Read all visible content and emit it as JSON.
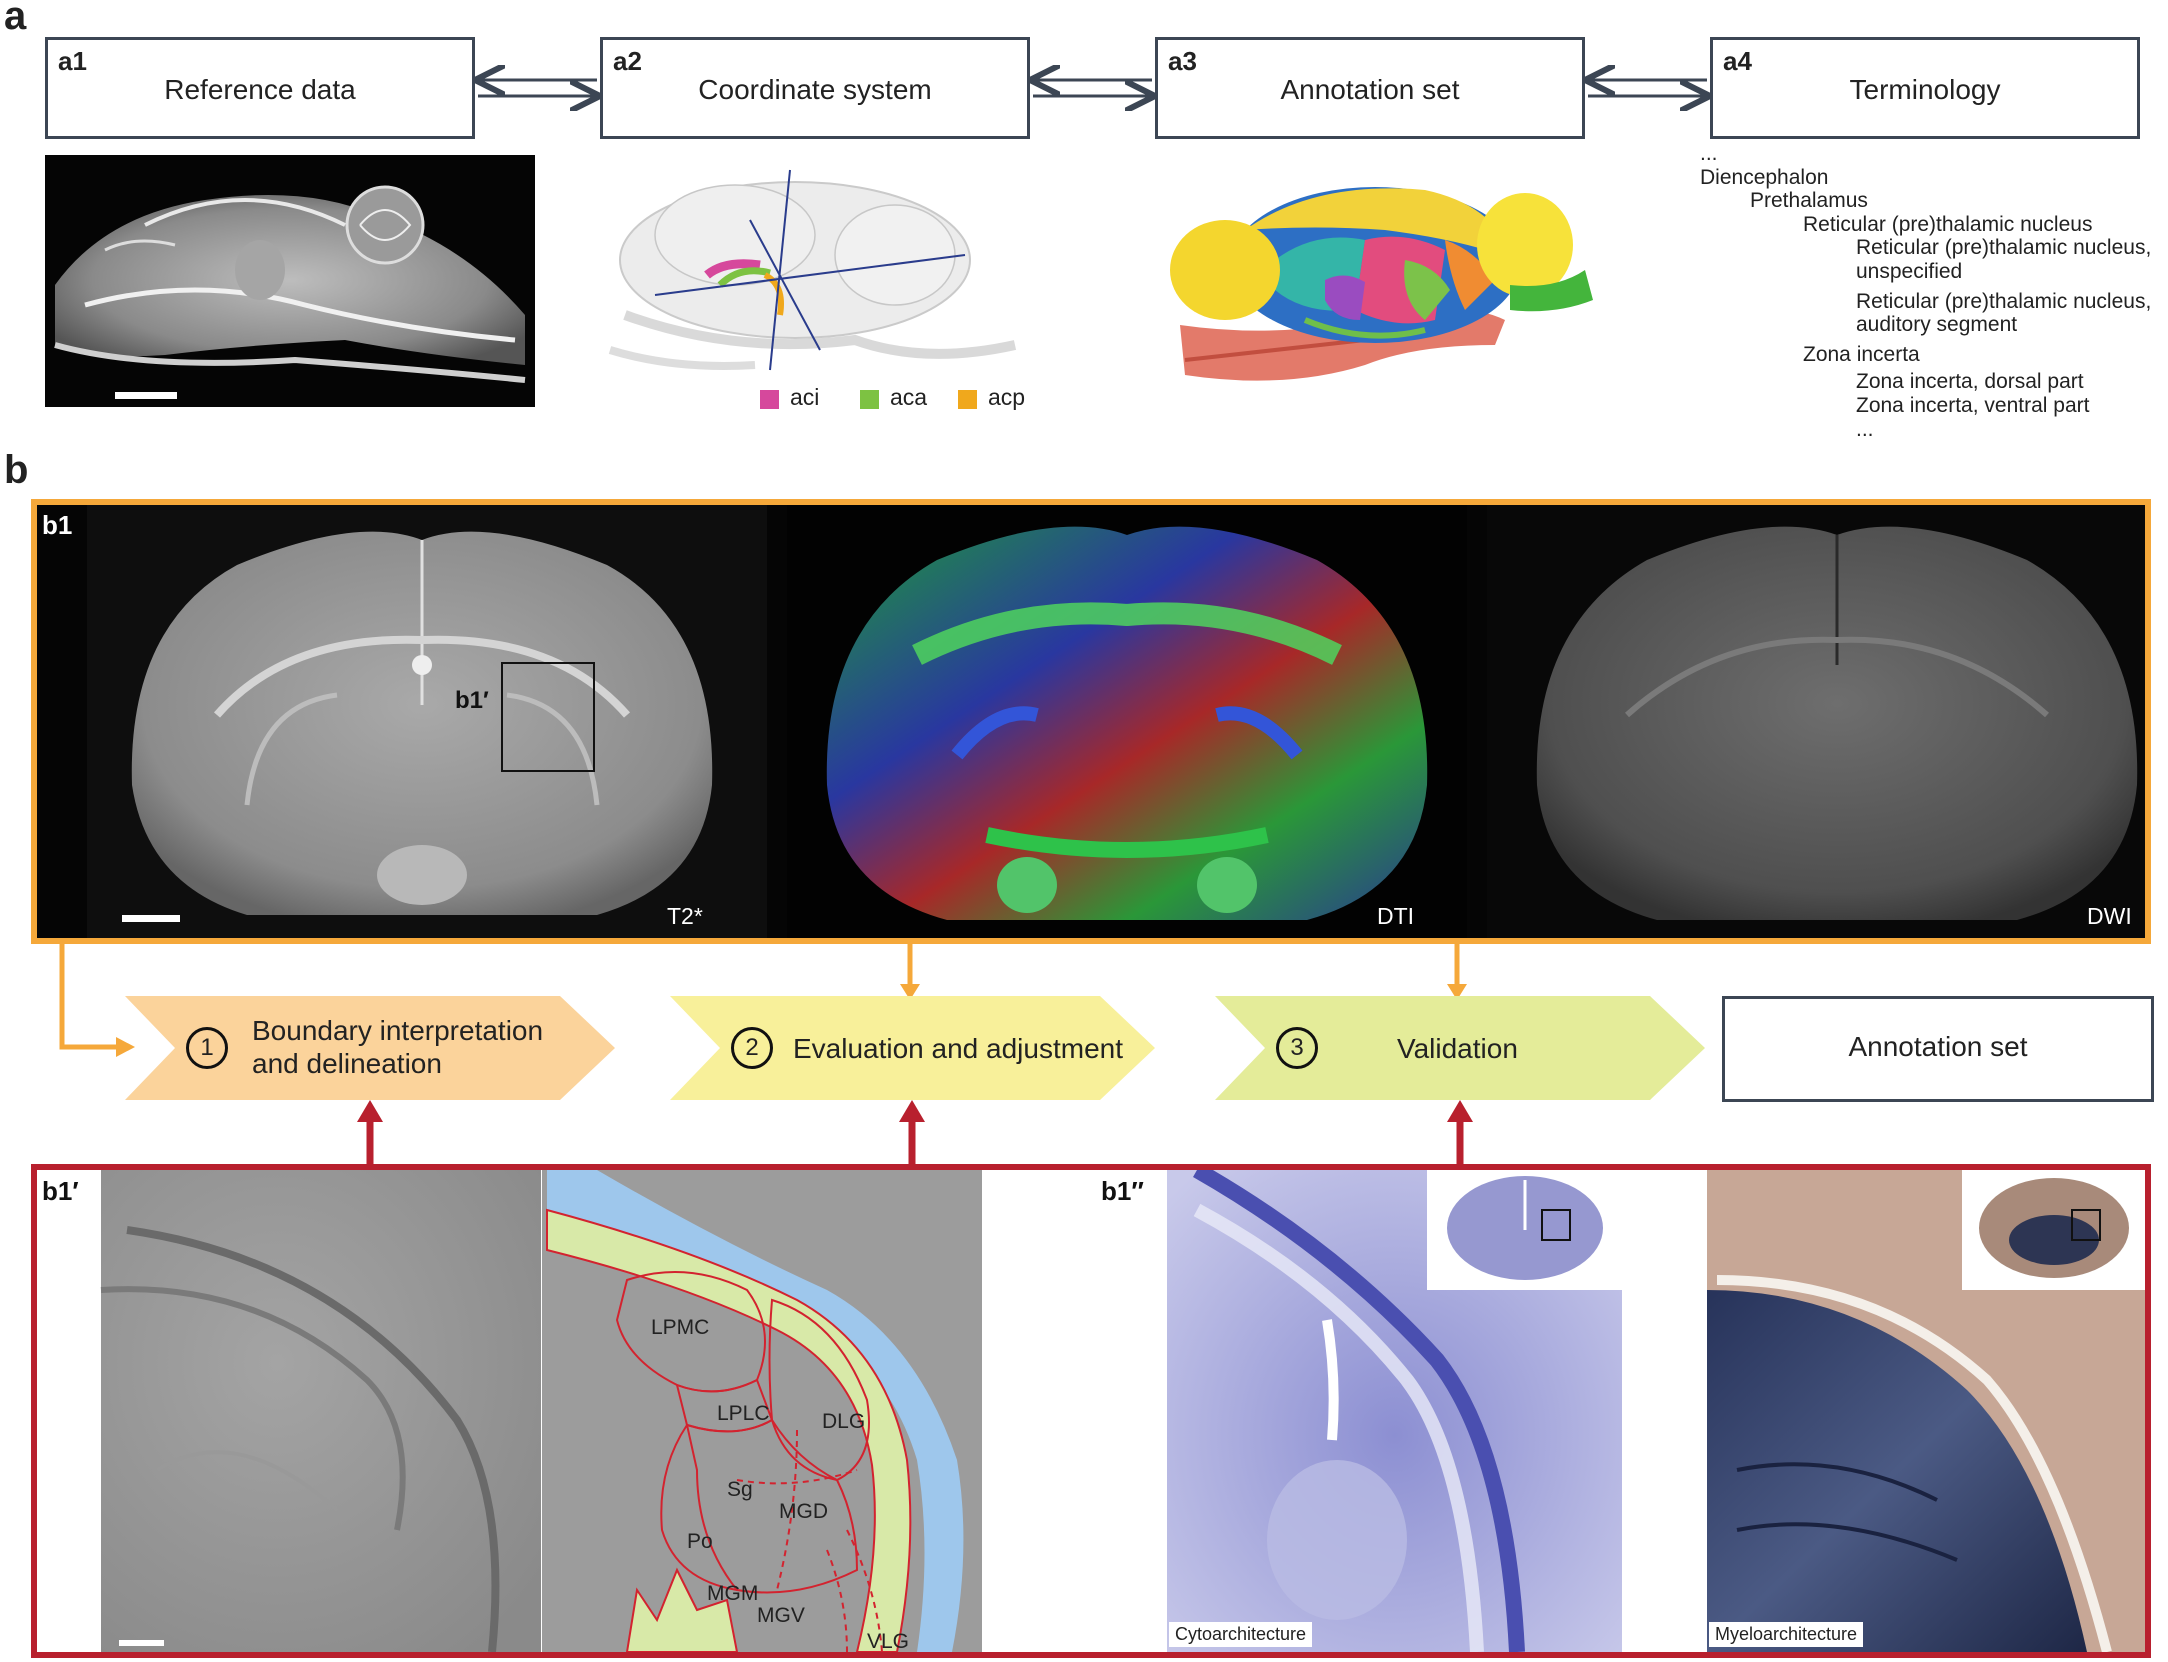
{
  "panel_a": {
    "letter": "a",
    "boxes": [
      {
        "tag": "a1",
        "title": "Reference data"
      },
      {
        "tag": "a2",
        "title": "Coordinate system"
      },
      {
        "tag": "a3",
        "title": "Annotation set"
      },
      {
        "tag": "a4",
        "title": "Terminology"
      }
    ],
    "legend": [
      {
        "label": "aci",
        "color": "#d6489c"
      },
      {
        "label": "aca",
        "color": "#7dc242"
      },
      {
        "label": "acp",
        "color": "#f0a81c"
      }
    ],
    "terminology": [
      {
        "text": "...",
        "level": 0
      },
      {
        "text": "Diencephalon",
        "level": 0
      },
      {
        "text": "Prethalamus",
        "level": 1
      },
      {
        "text": "Reticular (pre)thalamic nucleus",
        "level": 2
      },
      {
        "text": "Reticular (pre)thalamic nucleus,",
        "level": 3
      },
      {
        "text": "unspecified",
        "level": 3
      },
      {
        "text": "Reticular (pre)thalamic nucleus,",
        "level": 3
      },
      {
        "text": "auditory segment",
        "level": 3
      },
      {
        "text": "Zona incerta",
        "level": 2
      },
      {
        "text": "Zona incerta, dorsal part",
        "level": 3
      },
      {
        "text": "Zona incerta, ventral part",
        "level": 3
      },
      {
        "text": "...",
        "level": 3
      }
    ]
  },
  "panel_b": {
    "letter": "b",
    "b1": {
      "tag": "b1",
      "inset_tag": "b1′",
      "modalities": [
        "T2*",
        "DTI",
        "DWI"
      ]
    },
    "steps": [
      {
        "number": "1",
        "line1": "Boundary interpretation",
        "line2": "and delineation"
      },
      {
        "number": "2",
        "line1": "Evaluation and adjustment",
        "line2": ""
      },
      {
        "number": "3",
        "line1": "Validation",
        "line2": ""
      }
    ],
    "annotation_box": "Annotation set",
    "b1p": {
      "tag": "b1′",
      "regions": [
        "LPMC",
        "LPLC",
        "DLG",
        "Sg",
        "MGD",
        "Po",
        "MGM",
        "MGV",
        "VLG"
      ]
    },
    "b1pp": {
      "tag": "b1′′",
      "captions": [
        "Cytoarchitecture",
        "Myeloarchitecture"
      ]
    }
  },
  "colors": {
    "box_border": "#3c4654",
    "orange_frame": "#f5a83a",
    "red_frame": "#b8202e",
    "step1": "#fbd39b",
    "step2": "#f8f09a",
    "step3": "#e4ec99"
  }
}
